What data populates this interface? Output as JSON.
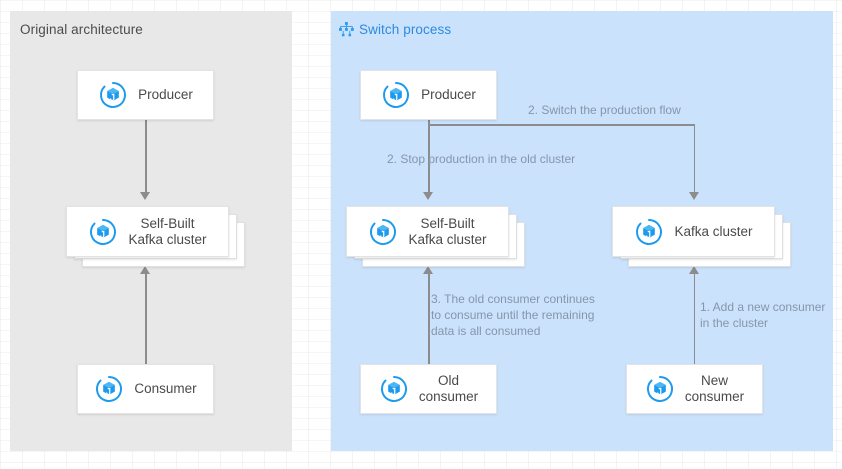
{
  "panels": {
    "left": {
      "title": "Original architecture"
    },
    "right": {
      "title": "Switch process",
      "icon": "cluster-icon"
    }
  },
  "nodes": {
    "left_producer": {
      "label": "Producer",
      "icon": "kafka-node-icon"
    },
    "left_cluster": {
      "label": "Self-Built\nKafka cluster",
      "icon": "kafka-node-icon"
    },
    "left_consumer": {
      "label": "Consumer",
      "icon": "kafka-node-icon"
    },
    "right_producer": {
      "label": "Producer",
      "icon": "kafka-node-icon"
    },
    "right_old_cluster": {
      "label": "Self-Built\nKafka cluster",
      "icon": "kafka-node-icon"
    },
    "right_new_cluster": {
      "label": "Kafka cluster",
      "icon": "kafka-node-icon"
    },
    "old_consumer": {
      "label": "Old\nconsumer",
      "icon": "kafka-node-icon"
    },
    "new_consumer": {
      "label": "New\nconsumer",
      "icon": "kafka-node-icon"
    }
  },
  "captions": {
    "switch_production_flow": "2. Switch the production flow",
    "stop_production": "2. Stop production in the old cluster",
    "old_consumer_continues": "3. The old consumer continues\nto consume until the remaining\ndata is all consumed",
    "add_new_consumer": "1. Add a new consumer\nin the cluster"
  },
  "colors": {
    "left_panel_bg": "#e8e8e8",
    "right_panel_bg": "#cbe2fd",
    "accent_blue": "#1b9aee",
    "title_blue": "#2c8ae0",
    "connector_gray": "#8c8c8c",
    "node_text": "#4a4a4a",
    "caption_gray": "#8a8a8a"
  }
}
